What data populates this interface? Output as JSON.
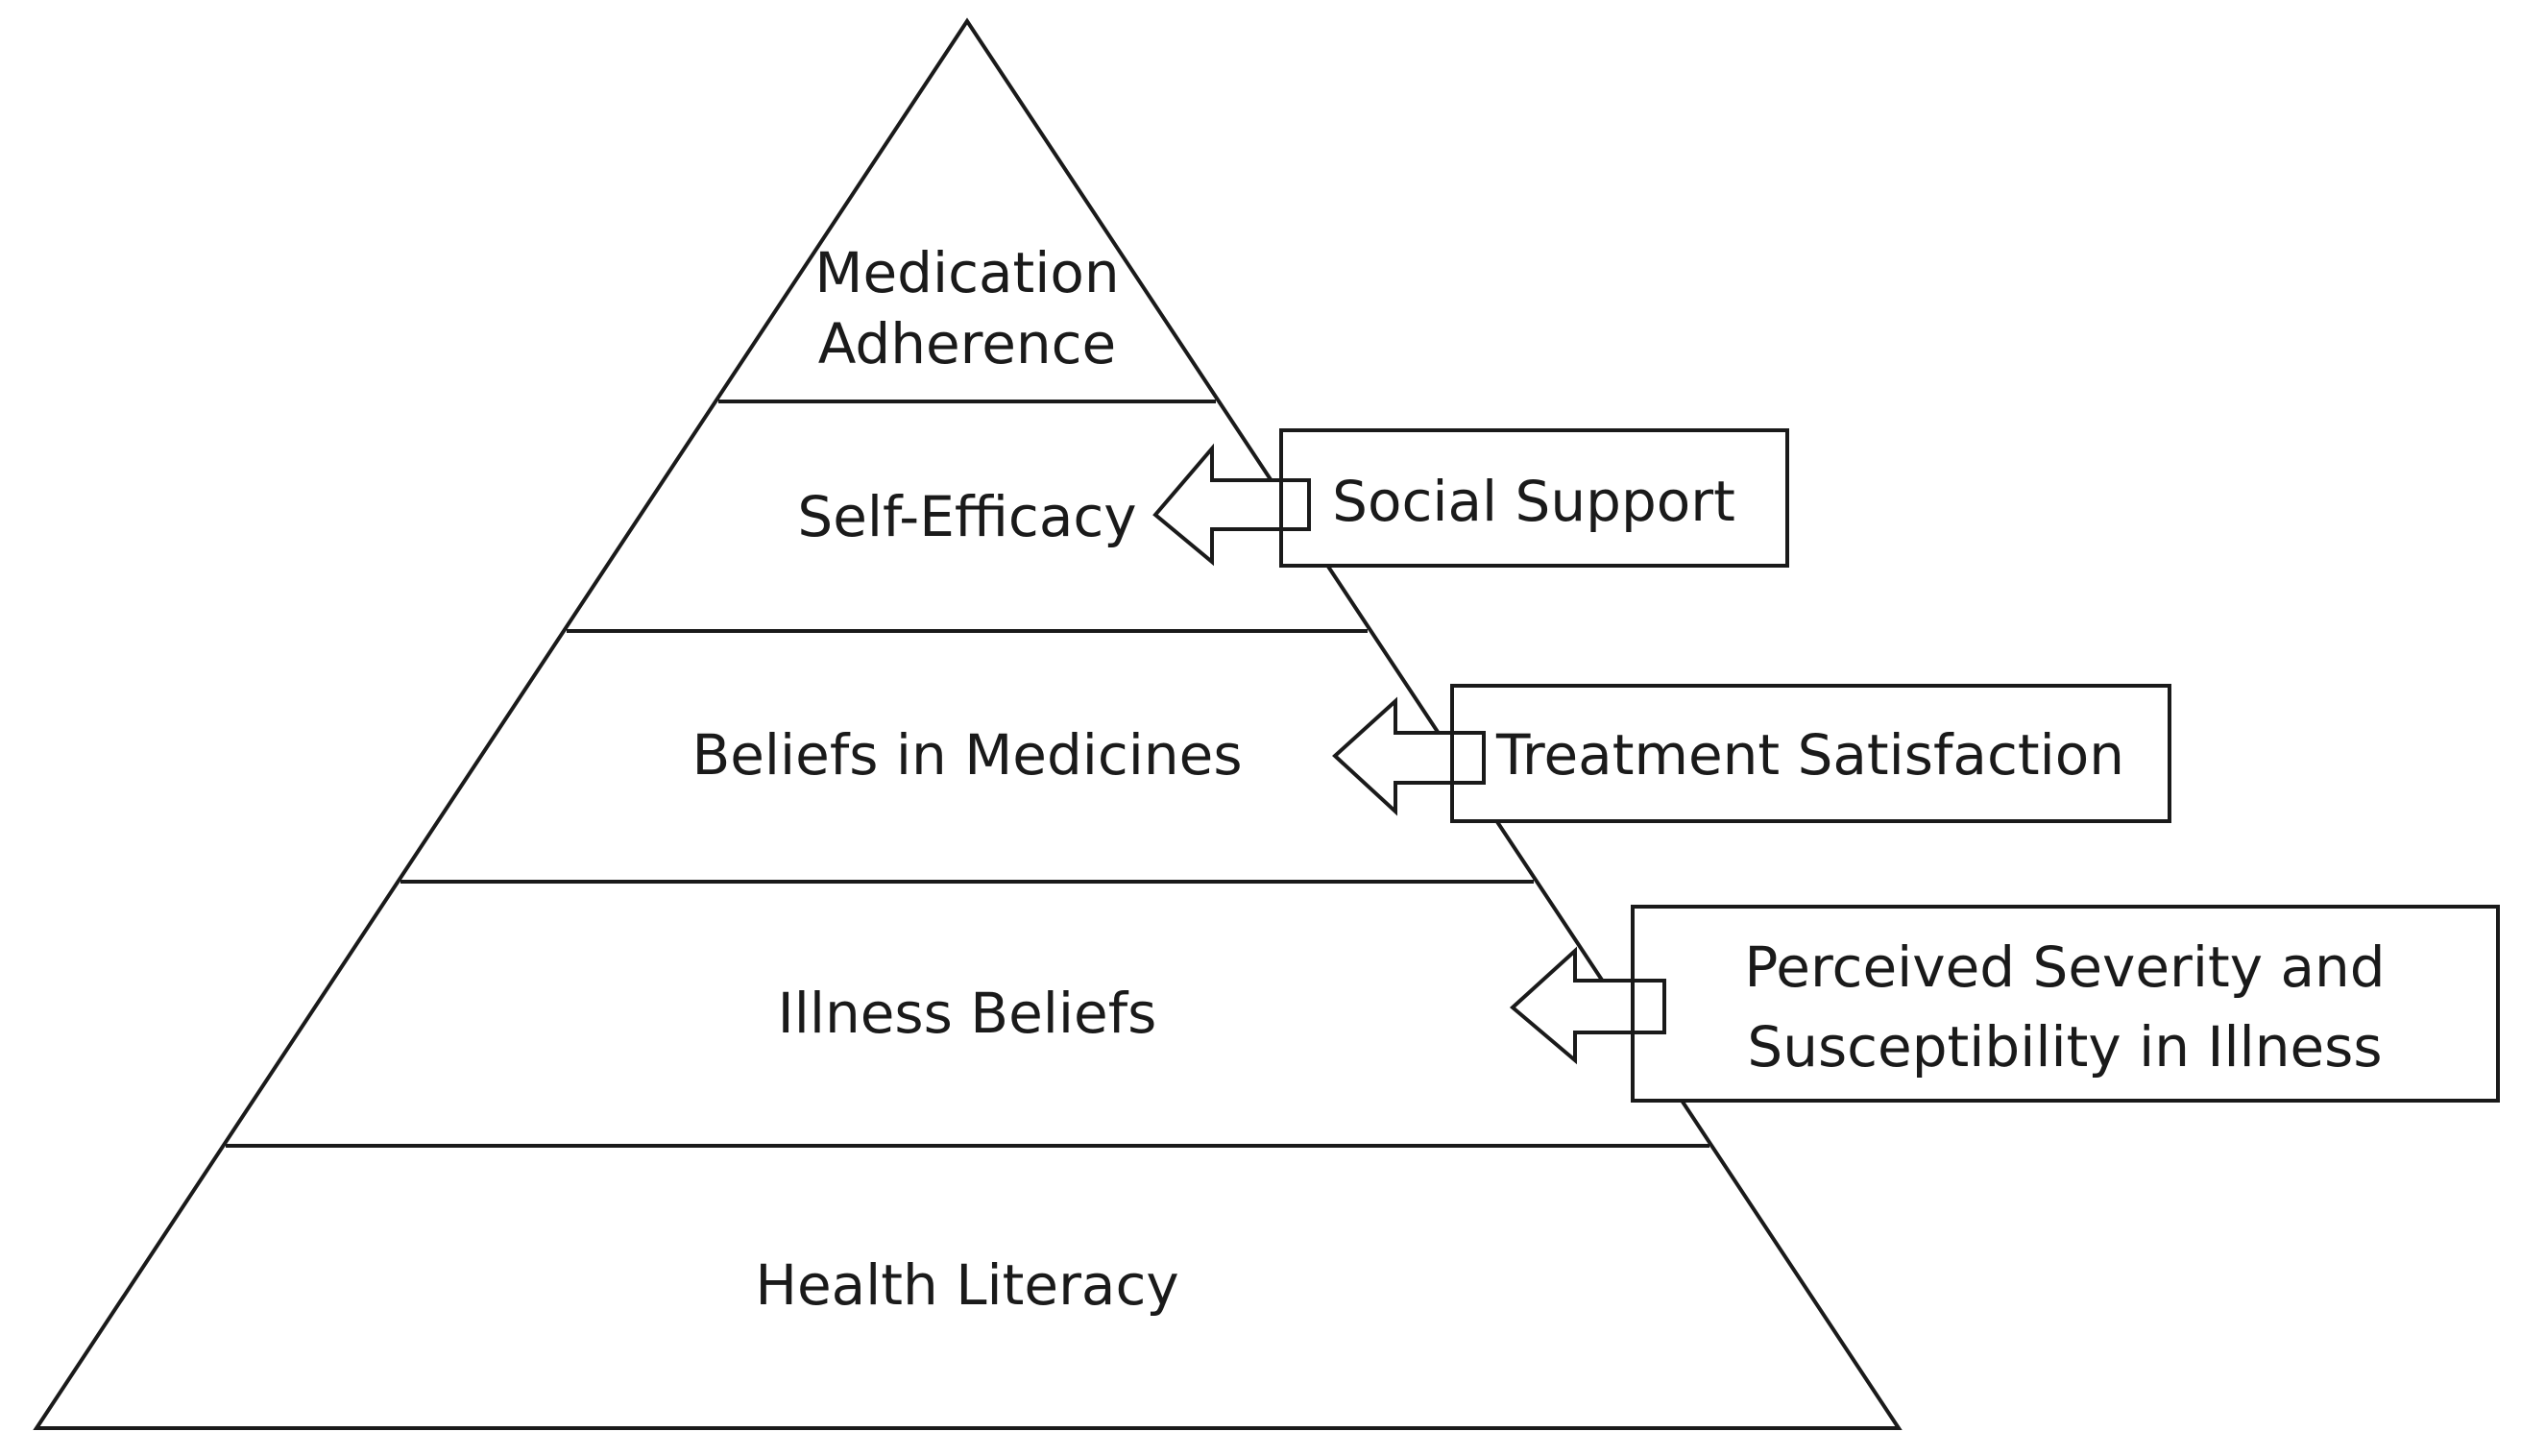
{
  "pyramid": {
    "levels": [
      {
        "lines": [
          "Medication",
          "Adherence"
        ]
      },
      {
        "lines": [
          "Self-Efficacy"
        ]
      },
      {
        "lines": [
          "Beliefs in Medicines"
        ]
      },
      {
        "lines": [
          "Illness Beliefs"
        ]
      },
      {
        "lines": [
          "Health Literacy"
        ]
      }
    ]
  },
  "influences": [
    {
      "lines": [
        "Social Support"
      ],
      "target_level": "Self-Efficacy"
    },
    {
      "lines": [
        "Treatment Satisfaction"
      ],
      "target_level": "Beliefs in Medicines"
    },
    {
      "lines": [
        "Perceived Severity and",
        "Susceptibility in Illness"
      ],
      "target_level": "Illness Beliefs"
    }
  ],
  "colors": {
    "stroke": "#1a1a1a",
    "text": "#1a1a1a",
    "background": "#ffffff"
  }
}
